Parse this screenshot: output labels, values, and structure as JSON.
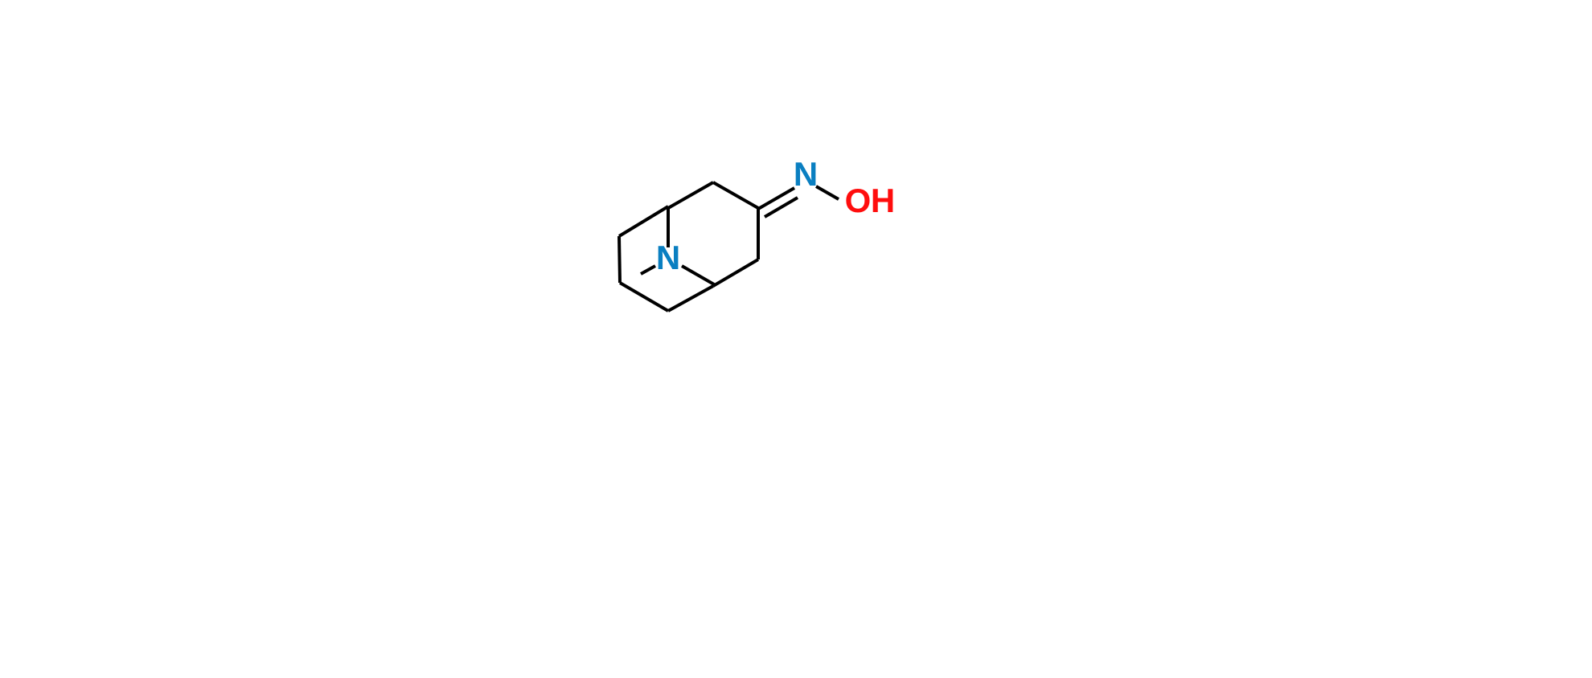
{
  "molecule": {
    "atoms": {
      "ring_nitrogen": "N",
      "oxime_nitrogen": "N",
      "oxygen": "O",
      "hydrogen": "H"
    },
    "colors": {
      "nitrogen": "#0a7fc1",
      "oxygen": "#ff0d0d",
      "bond": "#000000"
    }
  }
}
